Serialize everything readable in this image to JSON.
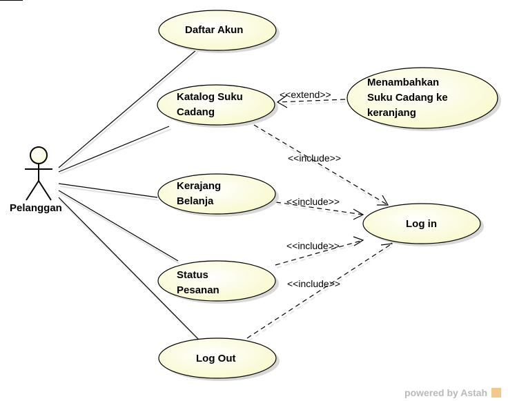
{
  "actor": {
    "name": "Pelanggan",
    "icon": "stick-figure-icon"
  },
  "use_cases": {
    "daftar_akun": [
      "Daftar Akun"
    ],
    "katalog": [
      "Katalog Suku",
      "Cadang"
    ],
    "menambahkan": [
      "Menambahkan",
      "Suku Cadang ke",
      "keranjang"
    ],
    "kerajang": [
      "Kerajang",
      "Belanja"
    ],
    "login": [
      "Log in"
    ],
    "status": [
      "Status",
      "Pesanan"
    ],
    "logout": [
      "Log Out"
    ]
  },
  "stereotypes": {
    "extend": "<<extend>>",
    "include_katalog": "<<include>>",
    "include_kerajang": "<<include>>",
    "include_status": "<<include>>",
    "include_logout": "<<include>>"
  },
  "watermark": "powered by Astah",
  "colors": {
    "usecase_fill": "#fdfdd8",
    "stroke": "#000000",
    "shadow": "#d3d3d3"
  }
}
